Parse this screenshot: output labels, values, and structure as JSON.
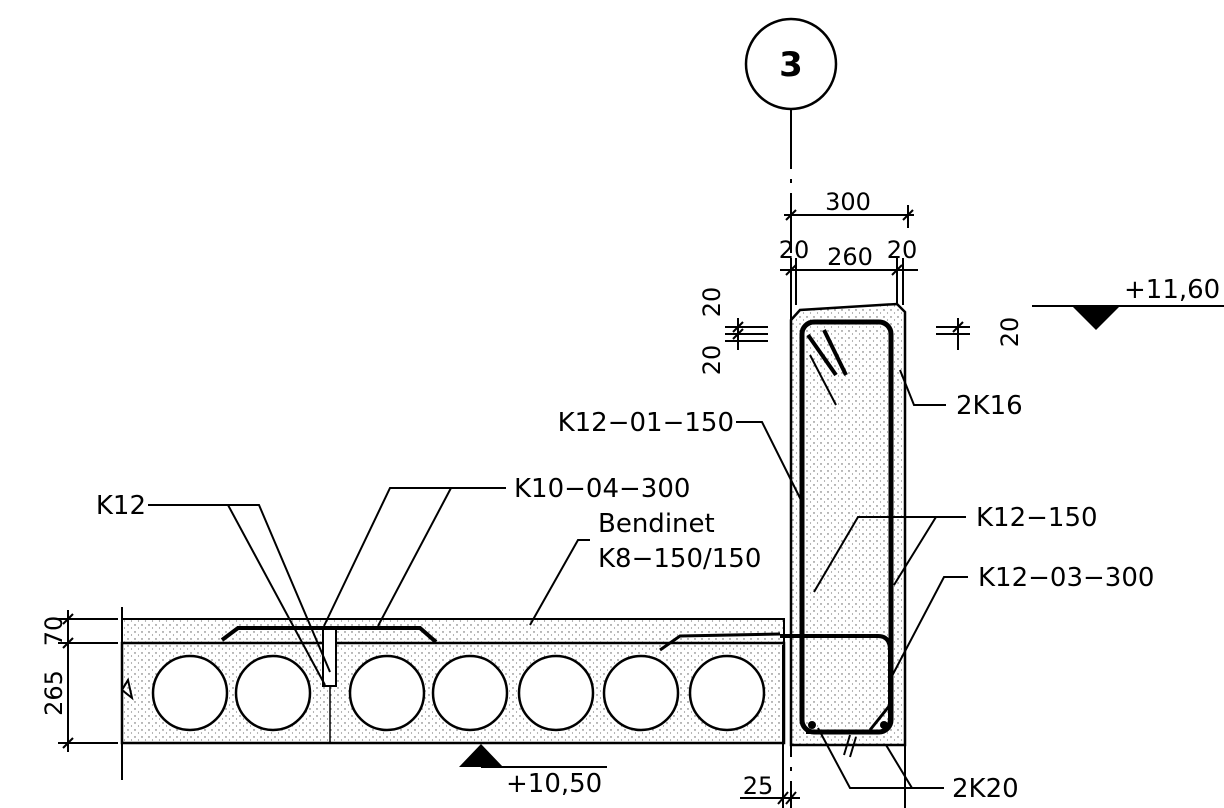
{
  "grid": {
    "label": "3"
  },
  "dimensions": {
    "wall_width": "300",
    "cover_left": "20",
    "wall_core": "260",
    "cover_right": "20",
    "top_left_upper": "20",
    "top_left_lower": "20",
    "top_right": "20",
    "topping": "70",
    "slab": "265",
    "bottom_offset": "25"
  },
  "levels": {
    "top": "+11,60",
    "slab": "+10,50"
  },
  "labels": {
    "k12_01": "K12−01−150",
    "k16": "2K16",
    "k12_150": "K12−150",
    "k12_03": "K12−03−300",
    "k10_04": "K10−04−300",
    "k12": "K12",
    "bendinet": "Bendinet",
    "k8": "K8−150/150",
    "k20": "2K20"
  },
  "colors": {
    "line": "#000000",
    "fill_dots": "#555555"
  }
}
